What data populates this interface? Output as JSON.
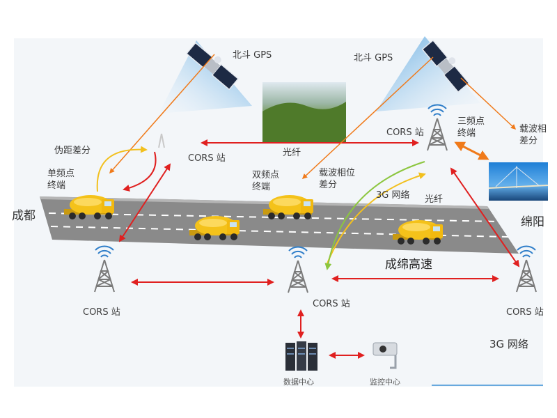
{
  "satellites": {
    "left_label": "北斗 GPS",
    "right_label": "北斗 GPS"
  },
  "cities": {
    "start": "成都",
    "end": "绵阳"
  },
  "highway": {
    "label": "成绵高速"
  },
  "cors_label": "CORS 站",
  "links": {
    "fiber_top": "光纤",
    "fiber_right": "光纤",
    "network_3g_mid": "3G 网络",
    "network_3g_bottom": "3G 网络"
  },
  "terminals": {
    "pseudorange": "伪距差分",
    "single_line1": "单频点",
    "single_line2": "终端",
    "dual_line1": "双频点",
    "dual_line2": "终端",
    "carrier_mid_line1": "载波相位",
    "carrier_mid_line2": "差分",
    "triple_line1": "三频点",
    "triple_line2": "终端",
    "carrier_right_line1": "载波相",
    "carrier_right_line2": "差分"
  },
  "facilities": {
    "data_center": "数据中心",
    "monitor_center": "监控中心"
  },
  "colors": {
    "red_link": "#e02020",
    "orange_link": "#f07a1a",
    "yellow_link": "#f2c01e",
    "green_link": "#8cc63f",
    "road": "#8a8a8a",
    "truck": "#f4c21a"
  }
}
